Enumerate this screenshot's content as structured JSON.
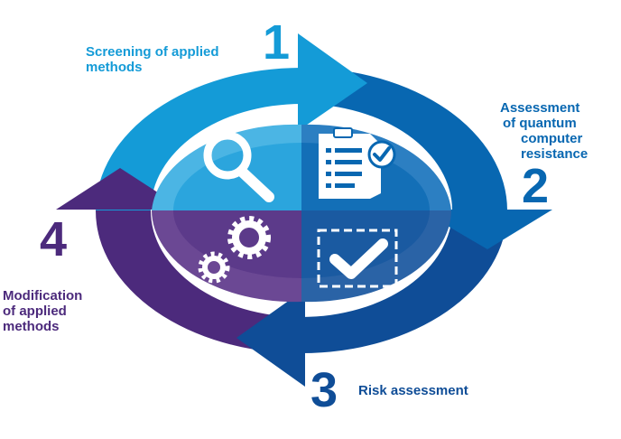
{
  "steps": [
    {
      "number": "1",
      "label_lines": [
        "Screening of applied",
        "methods"
      ],
      "color": "#149bd7"
    },
    {
      "number": "2",
      "label_lines": [
        "Assessment",
        "of quantum",
        "computer",
        "resistance"
      ],
      "color": "#0867b1"
    },
    {
      "number": "3",
      "label_lines": [
        "Risk assessment"
      ],
      "color": "#0f4d97"
    },
    {
      "number": "4",
      "label_lines": [
        "Modification",
        "of applied",
        "methods"
      ],
      "color": "#4c2a7c"
    }
  ],
  "icons": [
    "magnifier-icon",
    "checklist-icon",
    "checkmark-box-icon",
    "gears-icon"
  ]
}
